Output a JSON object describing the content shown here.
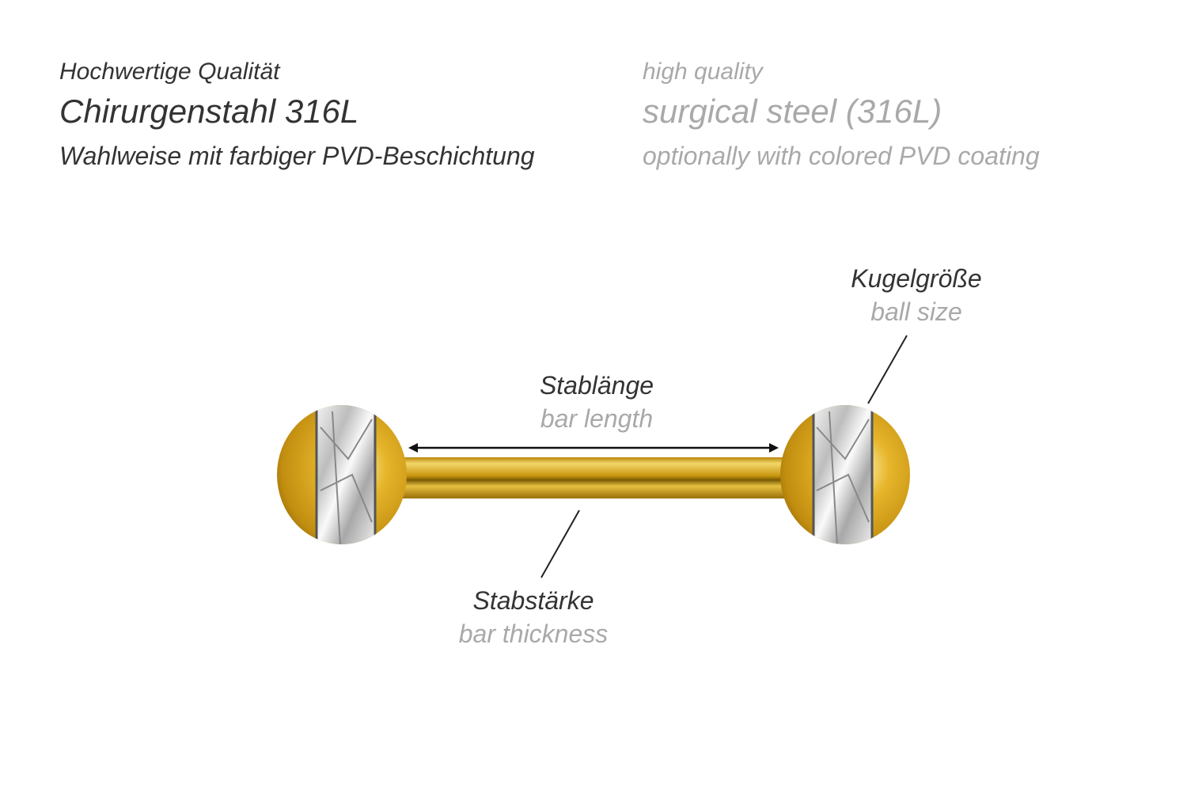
{
  "header": {
    "de": {
      "line1": "Hochwertige Qualität",
      "line2": "Chirurgenstahl 316L",
      "line3": "Wahlweise mit farbiger PVD-Beschichtung"
    },
    "en": {
      "line1": "high quality",
      "line2": "surgical steel (316L)",
      "line3": "optionally with colored PVD coating"
    }
  },
  "labels": {
    "ball_size": {
      "de": "Kugelgröße",
      "en": "ball size"
    },
    "bar_length": {
      "de": "Stablänge",
      "en": "bar length"
    },
    "bar_thickness": {
      "de": "Stabstärke",
      "en": "bar thickness"
    }
  },
  "colors": {
    "gold": "#d9a520",
    "text_dark": "#333333",
    "text_gray": "#a9a9a9"
  }
}
